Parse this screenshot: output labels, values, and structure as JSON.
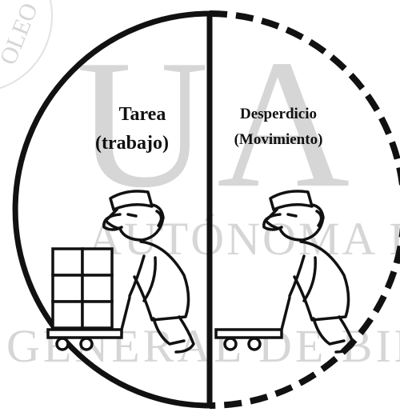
{
  "left_panel": {
    "title": "Tarea",
    "subtitle": "(trabajo)"
  },
  "right_panel": {
    "title": "Desperdicio",
    "subtitle": "(Movimiento)"
  },
  "watermark": {
    "big_letters": "UA",
    "line_1": "AUTÓNOMA DE N",
    "line_2": "GENERAL DE BIBLI",
    "seal_text": "OLEO"
  },
  "icons": {
    "worker_with_boxes": "worker-pushing-loaded-cart-icon",
    "worker_empty_cart": "worker-pushing-empty-cart-icon"
  },
  "colors": {
    "ink": "#111111",
    "watermark": "#d6d6d6"
  }
}
